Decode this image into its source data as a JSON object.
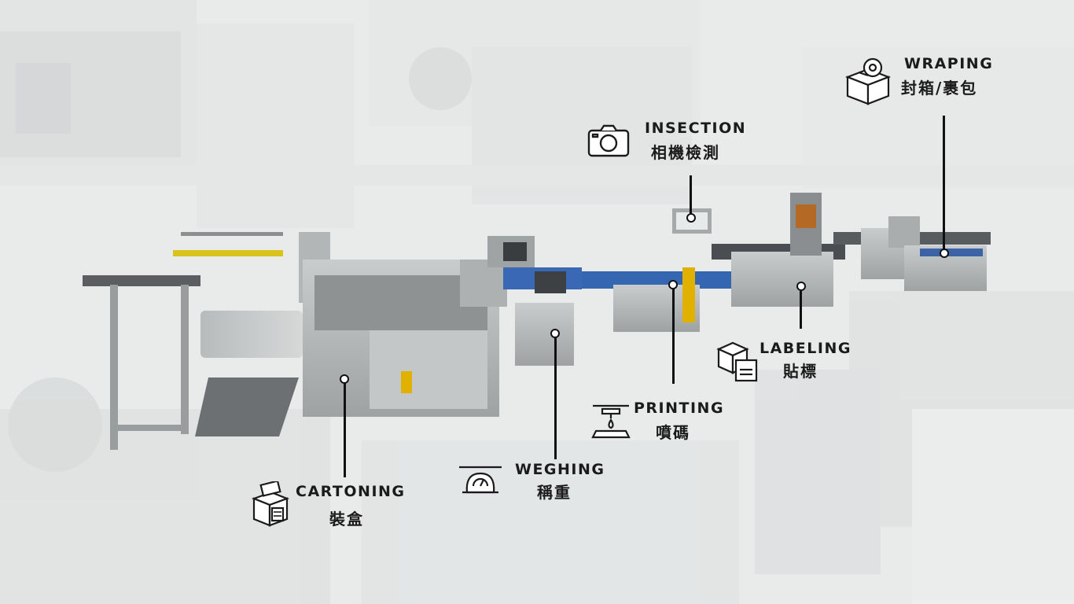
{
  "stations": {
    "cartoning": {
      "en": "CARTONING",
      "zh": "裝盒",
      "icon": "carton-box-icon"
    },
    "weighing": {
      "en": "WEGHING",
      "zh": "稱重",
      "icon": "scale-icon"
    },
    "printing": {
      "en": "PRINTING",
      "zh": "噴碼",
      "icon": "inkjet-printer-icon"
    },
    "inspection": {
      "en": "INSECTION",
      "zh": "相機檢測",
      "icon": "camera-icon"
    },
    "labeling": {
      "en": "LABELING",
      "zh": "貼標",
      "icon": "label-boxes-icon"
    },
    "wrapping": {
      "en": "WRAPING",
      "zh": "封箱/裹包",
      "icon": "tape-box-icon"
    }
  }
}
